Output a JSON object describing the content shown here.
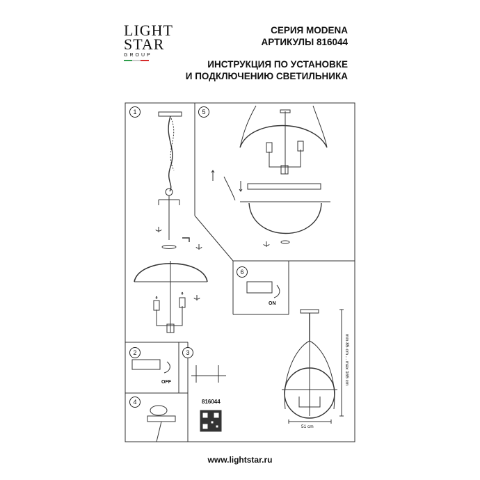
{
  "logo": {
    "line1": "LIGHT",
    "line2": "STAR",
    "line3": "GROUP",
    "flag_colors": [
      "#2e9e4a",
      "#ffffff",
      "#d62b2b"
    ]
  },
  "header": {
    "series": "СЕРИЯ MODENA",
    "article": "АРТИКУЛЫ 816044",
    "title_line1": "ИНСТРУКЦИЯ ПО УСТАНОВКЕ",
    "title_line2": "И ПОДКЛЮЧЕНИЮ СВЕТИЛЬНИКА"
  },
  "steps": [
    {
      "num": "1"
    },
    {
      "num": "2",
      "label": "OFF"
    },
    {
      "num": "3"
    },
    {
      "num": "4"
    },
    {
      "num": "5"
    },
    {
      "num": "6",
      "label": "ON"
    }
  ],
  "product_code": "816044",
  "dimensions": {
    "width": "51 cm",
    "height": "min 85 cm ... max 165 cm"
  },
  "footer": {
    "url": "www.lightstar.ru"
  }
}
